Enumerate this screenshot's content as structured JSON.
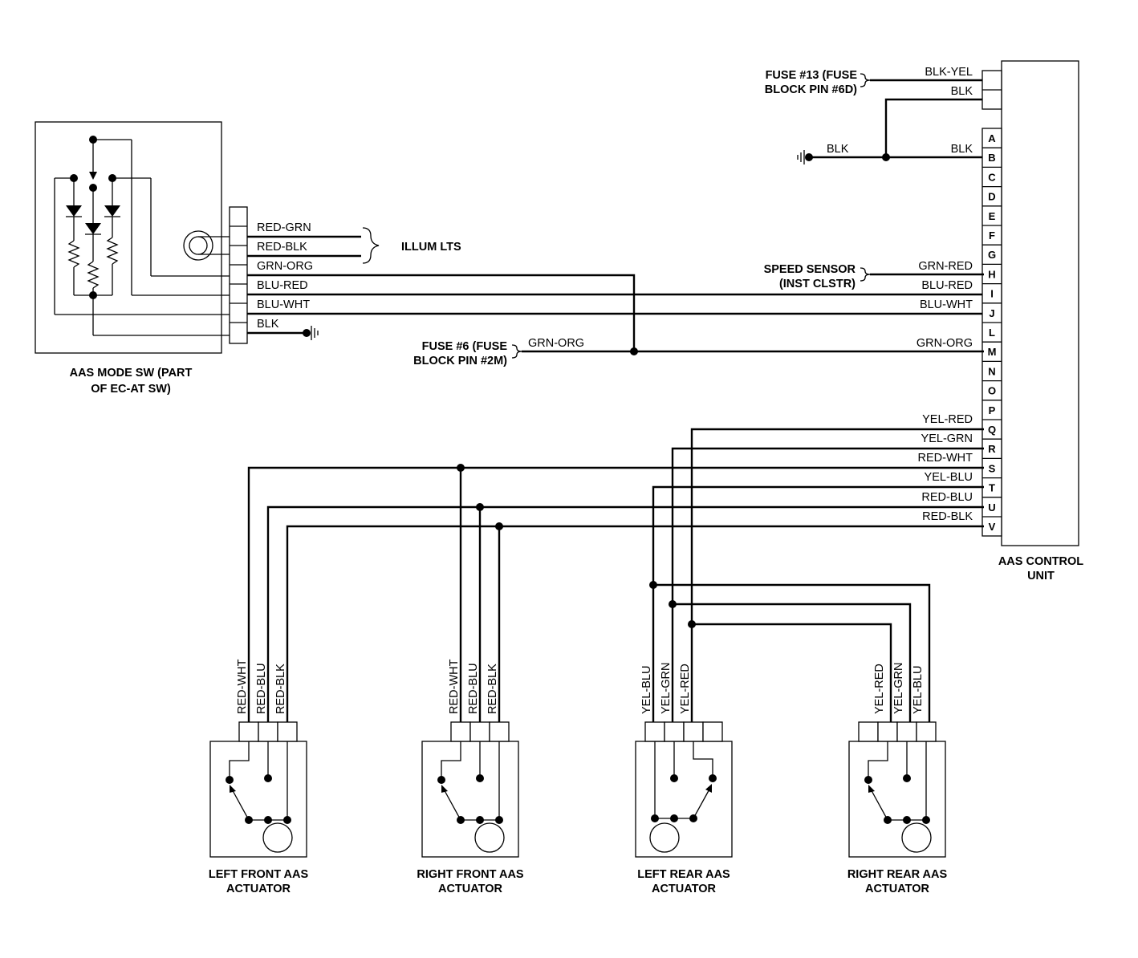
{
  "components": {
    "mode_switch": [
      "AAS MODE SW (PART",
      "OF EC-AT SW)"
    ],
    "control_unit": [
      "AAS CONTROL",
      "UNIT"
    ],
    "fuse13": [
      "FUSE #13 (FUSE",
      "BLOCK PIN #6D)"
    ],
    "fuse6": [
      "FUSE #6 (FUSE",
      "BLOCK PIN #2M)"
    ],
    "speed_sensor": [
      "SPEED SENSOR",
      "(INST CLSTR)"
    ],
    "illum": "ILLUM LTS",
    "actuators": [
      {
        "name": [
          "LEFT FRONT AAS",
          "ACTUATOR"
        ],
        "wires": [
          "RED-WHT",
          "RED-BLU",
          "RED-BLK"
        ]
      },
      {
        "name": [
          "RIGHT FRONT AAS",
          "ACTUATOR"
        ],
        "wires": [
          "RED-WHT",
          "RED-BLU",
          "RED-BLK"
        ]
      },
      {
        "name": [
          "LEFT REAR AAS",
          "ACTUATOR"
        ],
        "wires": [
          "YEL-BLU",
          "YEL-GRN",
          "YEL-RED"
        ]
      },
      {
        "name": [
          "RIGHT REAR AAS",
          "ACTUATOR"
        ],
        "wires": [
          "YEL-RED",
          "YEL-GRN",
          "YEL-BLU"
        ]
      }
    ]
  },
  "pins": [
    "A",
    "B",
    "C",
    "D",
    "E",
    "F",
    "G",
    "H",
    "I",
    "J",
    "L",
    "M",
    "N",
    "O",
    "P",
    "Q",
    "R",
    "S",
    "T",
    "U",
    "V"
  ],
  "switch_wires": [
    "RED-GRN",
    "RED-BLK",
    "GRN-ORG",
    "BLU-RED",
    "BLU-WHT",
    "BLK"
  ],
  "power_wires": {
    "fuse13_wire": "BLK-YEL",
    "top_blk": "BLK",
    "ground_left": "BLK",
    "ground_right": "BLK"
  },
  "unit_wires": {
    "H": "GRN-RED",
    "I": "BLU-RED",
    "J": "BLU-WHT",
    "M": "GRN-ORG",
    "Q": "YEL-RED",
    "R": "YEL-GRN",
    "S": "RED-WHT",
    "T": "YEL-BLU",
    "U": "RED-BLU",
    "V": "RED-BLK"
  },
  "fuse6_wire": "GRN-ORG"
}
